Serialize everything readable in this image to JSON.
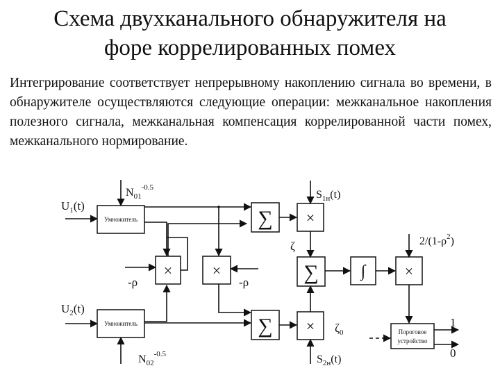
{
  "title": {
    "line1": "Схема двухканального обнаружителя на",
    "line2": "форе коррелированных помех"
  },
  "description": "Интегрирование соответствует непрерывному накоплению сигнала во времени, в обнаружителе осуществляются следующие операции: межканальное накопления полезного сигнала, межканальная компенсация коррелированной части помех, межканального нормирование.",
  "diagram": {
    "inputs": {
      "u1": "U",
      "u1_sub": "1",
      "u1_arg": "(t)",
      "u2": "U",
      "u2_sub": "2",
      "u2_arg": "(t)"
    },
    "multiplier_label": "Умножитель",
    "n01": {
      "base": "N",
      "sub": "01",
      "sup": "-0.5"
    },
    "n02": {
      "base": "N",
      "sub": "02",
      "sup": "-0.5"
    },
    "s1": {
      "base": "S",
      "sub": "1н",
      "arg": "(t)"
    },
    "s2": {
      "base": "S",
      "sub": "2н",
      "arg": "(t)"
    },
    "minus_rho": "-ρ",
    "zeta": "ζ",
    "zeta0": {
      "base": "ζ",
      "sub": "0"
    },
    "norm_factor": {
      "pre": "2/(1-ρ",
      "sup": "2",
      "post": ")"
    },
    "sum_symbol": "∑",
    "mult_symbol": "×",
    "integral_symbol": "∫",
    "threshold_line1": "Пороговое",
    "threshold_line2": "устройство",
    "out_one": "1",
    "out_zero": "0"
  }
}
